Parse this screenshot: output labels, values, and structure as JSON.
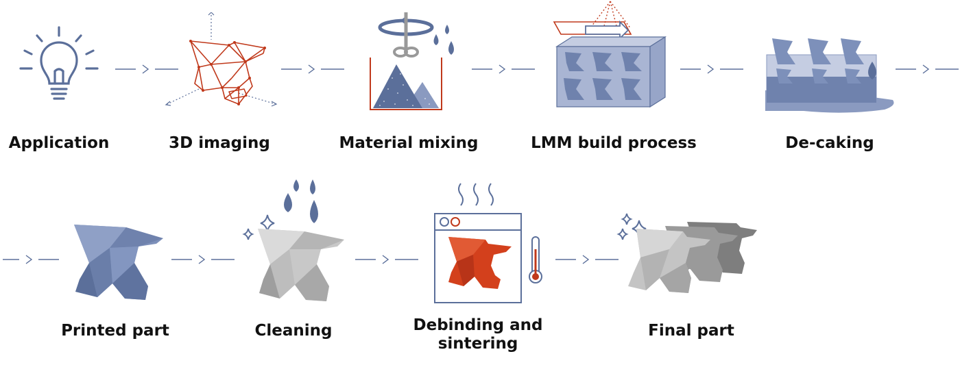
{
  "steps": [
    {
      "label": "Application",
      "icon": "lightbulb-icon"
    },
    {
      "label": "3D imaging",
      "icon": "wireframe-model-icon"
    },
    {
      "label": "Material mixing",
      "icon": "mixing-tank-icon"
    },
    {
      "label": "LMM build process",
      "icon": "build-box-icon"
    },
    {
      "label": "De-caking",
      "icon": "decaking-icon"
    },
    {
      "label": "Printed part",
      "icon": "printed-part-icon"
    },
    {
      "label": "Cleaning",
      "icon": "cleaning-icon"
    },
    {
      "label": "Debinding and\nsintering",
      "icon": "furnace-icon"
    },
    {
      "label": "Final part",
      "icon": "final-parts-icon"
    }
  ],
  "colors": {
    "blue": "#5b6f9a",
    "blue_light": "#a9b5d3",
    "red": "#c0391b",
    "gray": "#b8b8b8",
    "gray_dark": "#8e8e8e",
    "text": "#111111"
  }
}
